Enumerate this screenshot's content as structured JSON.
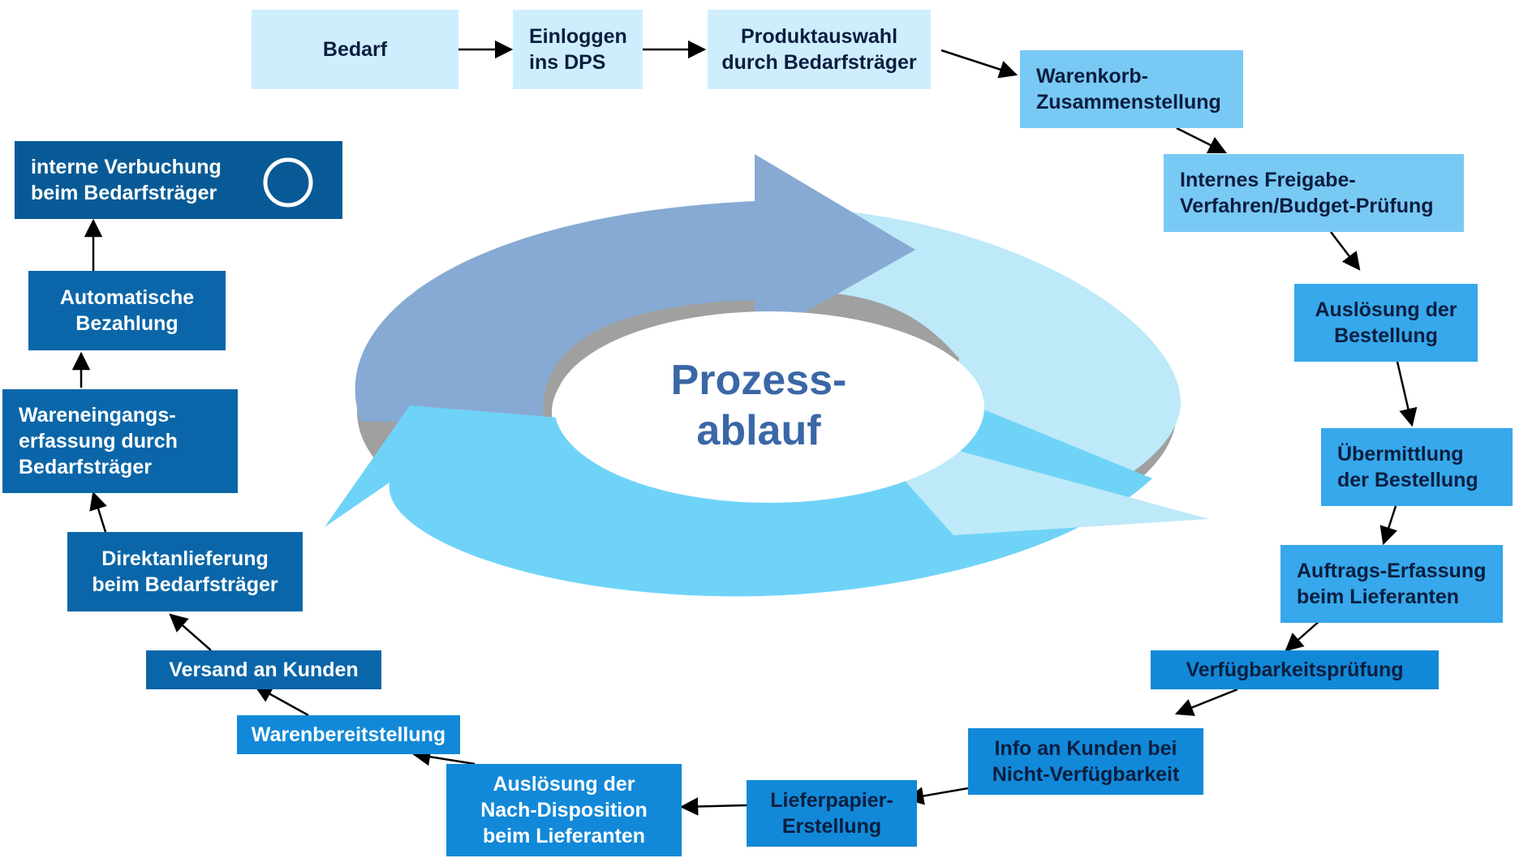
{
  "title": "Prozess-\nablauf",
  "colors": {
    "step_top": "#cfeefd",
    "step_light": "#79c9f5",
    "step_mid": "#36a8eb",
    "step_blue": "#1289d8",
    "step_dark": "#0a66a8",
    "step_darkest": "#075a96",
    "ring_dark": "#86aad3",
    "ring_light": "#6fd3f8",
    "ring_pale": "#bde9f8"
  },
  "steps": [
    {
      "id": "bedarf",
      "label": "Bedarf"
    },
    {
      "id": "einloggen",
      "label": "Einloggen\nins DPS"
    },
    {
      "id": "produktauswahl",
      "label": "Produktauswahl\ndurch Bedarfsträger"
    },
    {
      "id": "warenkorb",
      "label": "Warenkorb-\nZusammenstellung"
    },
    {
      "id": "freigabe",
      "label": "Internes Freigabe-\nVerfahren/Budget-Prüfung"
    },
    {
      "id": "ausloesung",
      "label": "Auslösung der\nBestellung"
    },
    {
      "id": "uebermittlung",
      "label": "Übermittlung\nder Bestellung"
    },
    {
      "id": "auftrag",
      "label": "Auftrags-Erfassung\nbeim Lieferanten"
    },
    {
      "id": "verfuegbarkeit",
      "label": "Verfügbarkeitsprüfung"
    },
    {
      "id": "info",
      "label": "Info an Kunden bei\nNicht-Verfügbarkeit"
    },
    {
      "id": "lieferpapier",
      "label": "Lieferpapier-\nErstellung"
    },
    {
      "id": "nachdisposition",
      "label": "Auslösung der\nNach-Disposition\nbeim Lieferanten"
    },
    {
      "id": "warenbereitstellung",
      "label": "Warenbereitstellung"
    },
    {
      "id": "versand",
      "label": "Versand an Kunden"
    },
    {
      "id": "direktanlieferung",
      "label": "Direktanlieferung\nbeim Bedarfsträger"
    },
    {
      "id": "wareneingang",
      "label": "Wareneingangs-\nerfassung durch\nBedarfsträger"
    },
    {
      "id": "bezahlung",
      "label": "Automatische\nBezahlung"
    },
    {
      "id": "verbuchung",
      "label": "interne Verbuchung\nbeim Bedarfsträger"
    }
  ]
}
